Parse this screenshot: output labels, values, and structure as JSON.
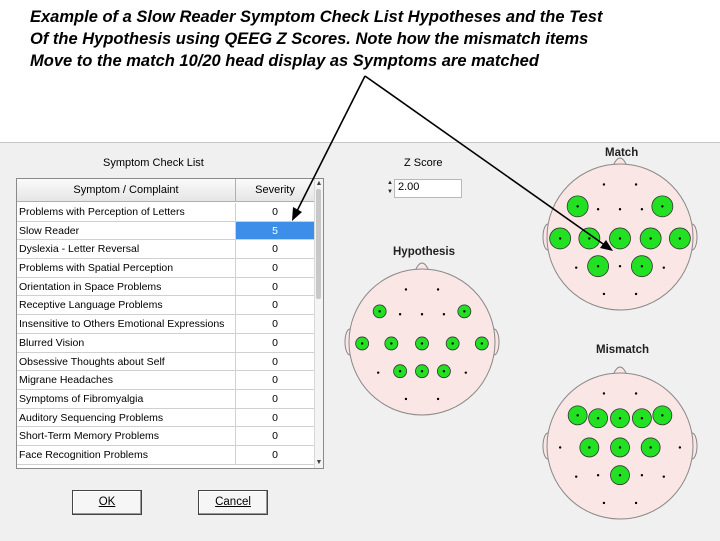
{
  "caption": {
    "line1": "Example of a Slow Reader Symptom Check List Hypotheses and the Test",
    "line2": "Of the Hypothesis using QEEG Z Scores.   Note how the mismatch items",
    "line3": "Move to the match 10/20 head display as Symptoms are matched"
  },
  "dialog": {
    "list_title": "Symptom Check List",
    "columns": {
      "symptom": "Symptom / Complaint",
      "severity": "Severity"
    },
    "rows": [
      {
        "symptom": "Problems with Perception of Letters",
        "severity": "0"
      },
      {
        "symptom": "Slow Reader",
        "severity": "5"
      },
      {
        "symptom": "Dyslexia - Letter Reversal",
        "severity": "0"
      },
      {
        "symptom": "Problems with Spatial Perception",
        "severity": "0"
      },
      {
        "symptom": "Orientation in Space Problems",
        "severity": "0"
      },
      {
        "symptom": "Receptive Language Problems",
        "severity": "0"
      },
      {
        "symptom": "Insensitive to Others Emotional Expressions",
        "severity": "0"
      },
      {
        "symptom": "Blurred Vision",
        "severity": "0"
      },
      {
        "symptom": "Obsessive Thoughts about Self",
        "severity": "0"
      },
      {
        "symptom": "Migrane Headaches",
        "severity": "0"
      },
      {
        "symptom": "Symptoms of Fibromyalgia",
        "severity": "0"
      },
      {
        "symptom": "Auditory Sequencing Problems",
        "severity": "0"
      },
      {
        "symptom": "Short-Term Memory Problems",
        "severity": "0"
      },
      {
        "symptom": "Face Recognition Problems",
        "severity": "0"
      }
    ],
    "selected_row": 1,
    "ok_label": "OK",
    "cancel_label": "Cancel",
    "zscore_label": "Z Score",
    "zscore_value": "2.00",
    "hypothesis_label": "Hypothesis",
    "match_label": "Match",
    "mismatch_label": "Mismatch"
  },
  "heads": {
    "hypothesis": [
      "F7",
      "F8",
      "T3",
      "C3",
      "Cz",
      "C4",
      "T4",
      "P3",
      "Pz",
      "P4"
    ],
    "match": [
      "F7",
      "F8",
      "T3",
      "C3",
      "Cz",
      "C4",
      "T4",
      "P3",
      "P4"
    ],
    "mismatch": [
      "Fz",
      "F7",
      "F3",
      "F4",
      "F8",
      "C3",
      "Cz",
      "C4",
      "Pz"
    ]
  },
  "colors": {
    "head_fill": "#fbe6e6",
    "active_electrode": "#22e022",
    "selected_cell": "#3d8ee8"
  }
}
